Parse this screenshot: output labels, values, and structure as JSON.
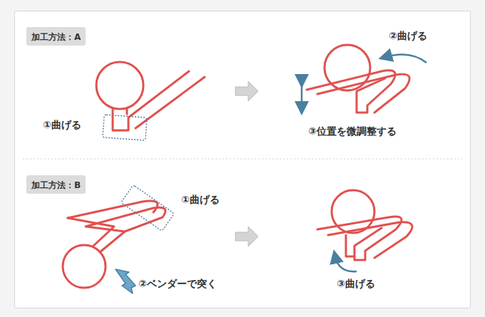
{
  "diagram": {
    "nodes": [
      {
        "text": [
          "加工方法：A"
        ]
      },
      {
        "text": [
          "加工方法：B"
        ]
      }
    ],
    "labels": [
      "①曲げる",
      "②曲げる",
      "③位置を微調整する",
      "①曲げる",
      "②ベンダーで突く",
      "③曲げる"
    ]
  }
}
